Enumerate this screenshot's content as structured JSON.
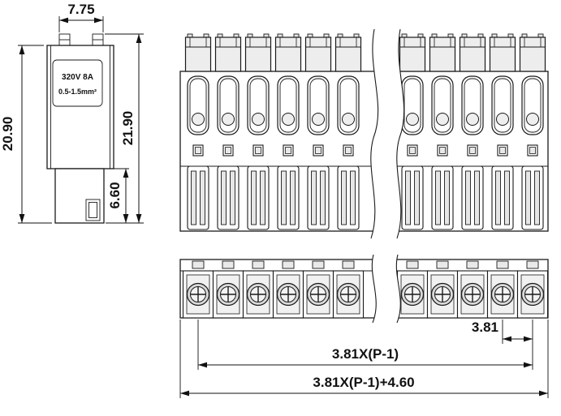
{
  "drawing": {
    "side_view": {
      "rating_line1": "320V 8A",
      "rating_line2": "0.5-1.5mm²",
      "dim_top_width": "7.75",
      "dim_body_height": "20.90",
      "dim_total_height": "21.90",
      "dim_plug_height": "6.60"
    },
    "bottom_view": {
      "dim_pitch": "3.81",
      "dim_pole_span": "3.81X(P-1)",
      "dim_total_width": "3.81X(P-1)+4.60"
    },
    "colors": {
      "line": "#1a1a1a",
      "shade_light": "#ececec",
      "shade_mid": "#d9d9d9",
      "background": "#ffffff"
    }
  }
}
